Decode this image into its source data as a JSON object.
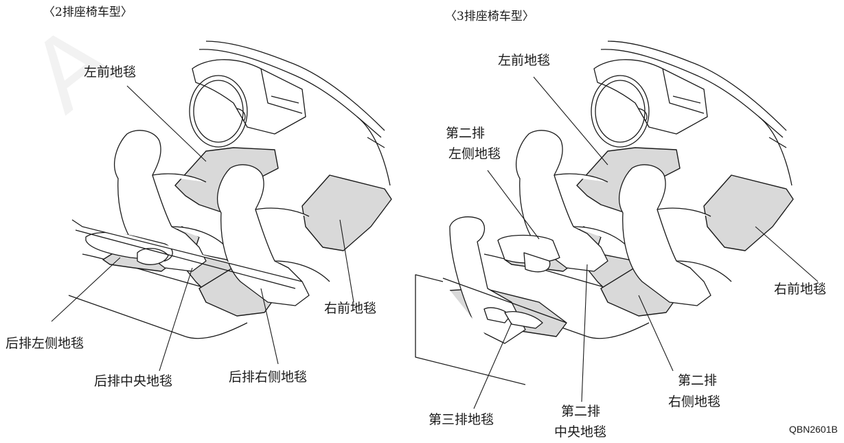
{
  "diagram": {
    "left_title": "〈2排座椅车型〉",
    "right_title": "〈3排座椅车型〉",
    "left_labels": {
      "front_left": "左前地毯",
      "front_right": "右前地毯",
      "rear_left": "后排左侧地毯",
      "rear_center": "后排中央地毯",
      "rear_right": "后排右侧地毯"
    },
    "right_labels": {
      "front_left": "左前地毯",
      "front_right": "右前地毯",
      "second_left_line1": "第二排",
      "second_left_line2": "左侧地毯",
      "second_center_line1": "第二排",
      "second_center_line2": "中央地毯",
      "second_right_line1": "第二排",
      "second_right_line2": "右侧地毯",
      "third_row": "第三排地毯"
    },
    "figure_code": "QBN2601B"
  },
  "colors": {
    "carpet_fill": "#d9d9d9",
    "line": "#1a1a1a"
  }
}
